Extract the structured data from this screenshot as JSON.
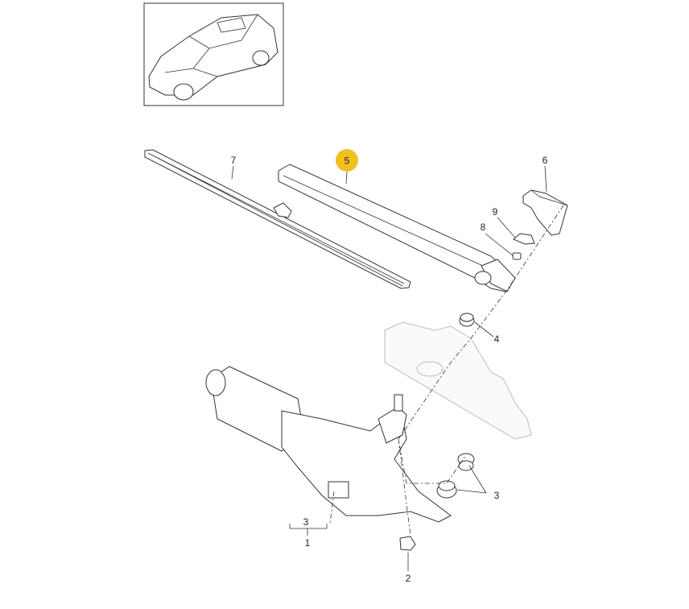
{
  "diagram": {
    "highlight_color": "#f0c020",
    "callouts": [
      {
        "id": "7",
        "label": "7",
        "highlighted": false
      },
      {
        "id": "5",
        "label": "5",
        "highlighted": true
      },
      {
        "id": "6",
        "label": "6",
        "highlighted": false
      },
      {
        "id": "9",
        "label": "9",
        "highlighted": false
      },
      {
        "id": "8",
        "label": "8",
        "highlighted": false
      },
      {
        "id": "4",
        "label": "4",
        "highlighted": false
      },
      {
        "id": "3a",
        "label": "3",
        "highlighted": false
      },
      {
        "id": "3b",
        "label": "3",
        "highlighted": false
      },
      {
        "id": "1",
        "label": "1",
        "highlighted": false
      },
      {
        "id": "2",
        "label": "2",
        "highlighted": false
      }
    ]
  }
}
